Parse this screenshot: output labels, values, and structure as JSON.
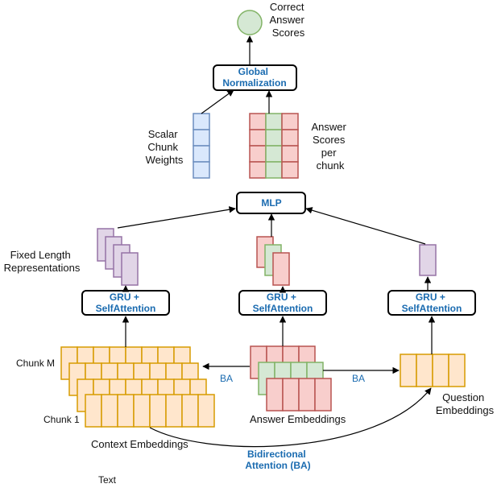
{
  "output": {
    "label_lines": [
      "Correct",
      "Answer",
      "Scores"
    ],
    "node_color": "#d5e8d4"
  },
  "global_norm": {
    "lines": [
      "Global",
      "Normalization"
    ]
  },
  "scalar_weights": {
    "lines": [
      "Scalar",
      "Chunk",
      "Weights"
    ]
  },
  "answer_scores": {
    "lines": [
      "Answer",
      "Scores",
      "per",
      "chunk"
    ]
  },
  "mlp": {
    "label": "MLP"
  },
  "fixed_length": {
    "lines": [
      "Fixed Length",
      "Representations"
    ]
  },
  "gru_left": {
    "lines": [
      "GRU +",
      "SelfAttention"
    ]
  },
  "gru_mid": {
    "lines": [
      "GRU +",
      "SelfAttention"
    ]
  },
  "gru_right": {
    "lines": [
      "GRU +",
      "SelfAttention"
    ]
  },
  "chunk_m": {
    "label": "Chunk M"
  },
  "chunk_1": {
    "label": "Chunk 1"
  },
  "ba_left": {
    "label": "BA"
  },
  "ba_right": {
    "label": "BA"
  },
  "answer_emb": {
    "label": "Answer Embeddings"
  },
  "question_emb": {
    "lines": [
      "Question",
      "Embeddings"
    ]
  },
  "context_emb": {
    "label": "Context Embeddings"
  },
  "bidirectional": {
    "lines": [
      "Bidirectional",
      "Attention (BA)"
    ]
  },
  "footer": {
    "label": "Text"
  },
  "colors": {
    "blue_fill": "#dae8fc",
    "red_fill": "#f8cecc",
    "green_fill": "#d5e8d4",
    "purple_fill": "#e1d5e7",
    "yellow_fill": "#ffe6cc",
    "label_blue": "#1a6bb0"
  }
}
